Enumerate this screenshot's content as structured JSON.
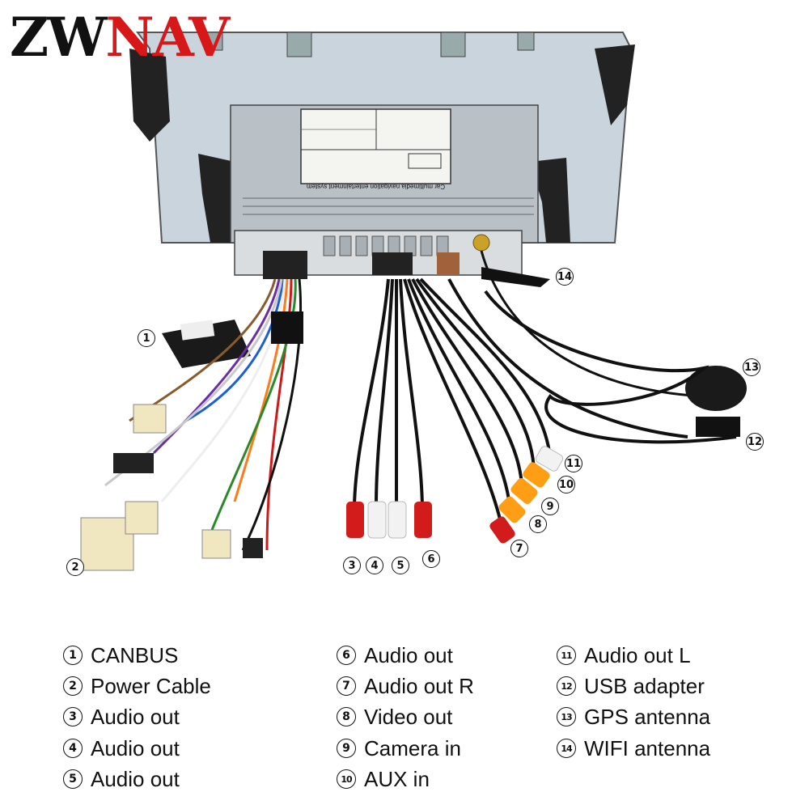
{
  "brand": {
    "part1": "ZW",
    "part2": "NAV",
    "color_dark": "#111111",
    "color_red": "#d81818"
  },
  "unit_label": {
    "text": "Car multimedia navigation entertainment system"
  },
  "callouts": [
    {
      "id": "1",
      "label": "1"
    },
    {
      "id": "2",
      "label": "2"
    },
    {
      "id": "3",
      "label": "3"
    },
    {
      "id": "4",
      "label": "4"
    },
    {
      "id": "5",
      "label": "5"
    },
    {
      "id": "6",
      "label": "6"
    },
    {
      "id": "7",
      "label": "7"
    },
    {
      "id": "8",
      "label": "8"
    },
    {
      "id": "9",
      "label": "9"
    },
    {
      "id": "10",
      "label": "10"
    },
    {
      "id": "11",
      "label": "11"
    },
    {
      "id": "12",
      "label": "12"
    },
    {
      "id": "13",
      "label": "13"
    },
    {
      "id": "14",
      "label": "14"
    }
  ],
  "legend": {
    "col1": [
      {
        "num": "1",
        "text": "CANBUS"
      },
      {
        "num": "2",
        "text": "Power Cable"
      },
      {
        "num": "3",
        "text": "Audio out"
      },
      {
        "num": "4",
        "text": "Audio out"
      },
      {
        "num": "5",
        "text": "Audio out"
      }
    ],
    "col2": [
      {
        "num": "6",
        "text": "Audio out"
      },
      {
        "num": "7",
        "text": "Audio out R"
      },
      {
        "num": "8",
        "text": "Video out"
      },
      {
        "num": "9",
        "text": "Camera in"
      },
      {
        "num": "10",
        "text": "AUX in"
      }
    ],
    "col3": [
      {
        "num": "11",
        "text": "Audio out L"
      },
      {
        "num": "12",
        "text": "USB adapter"
      },
      {
        "num": "13",
        "text": "GPS antenna"
      },
      {
        "num": "14",
        "text": "WIFI antenna"
      }
    ]
  }
}
